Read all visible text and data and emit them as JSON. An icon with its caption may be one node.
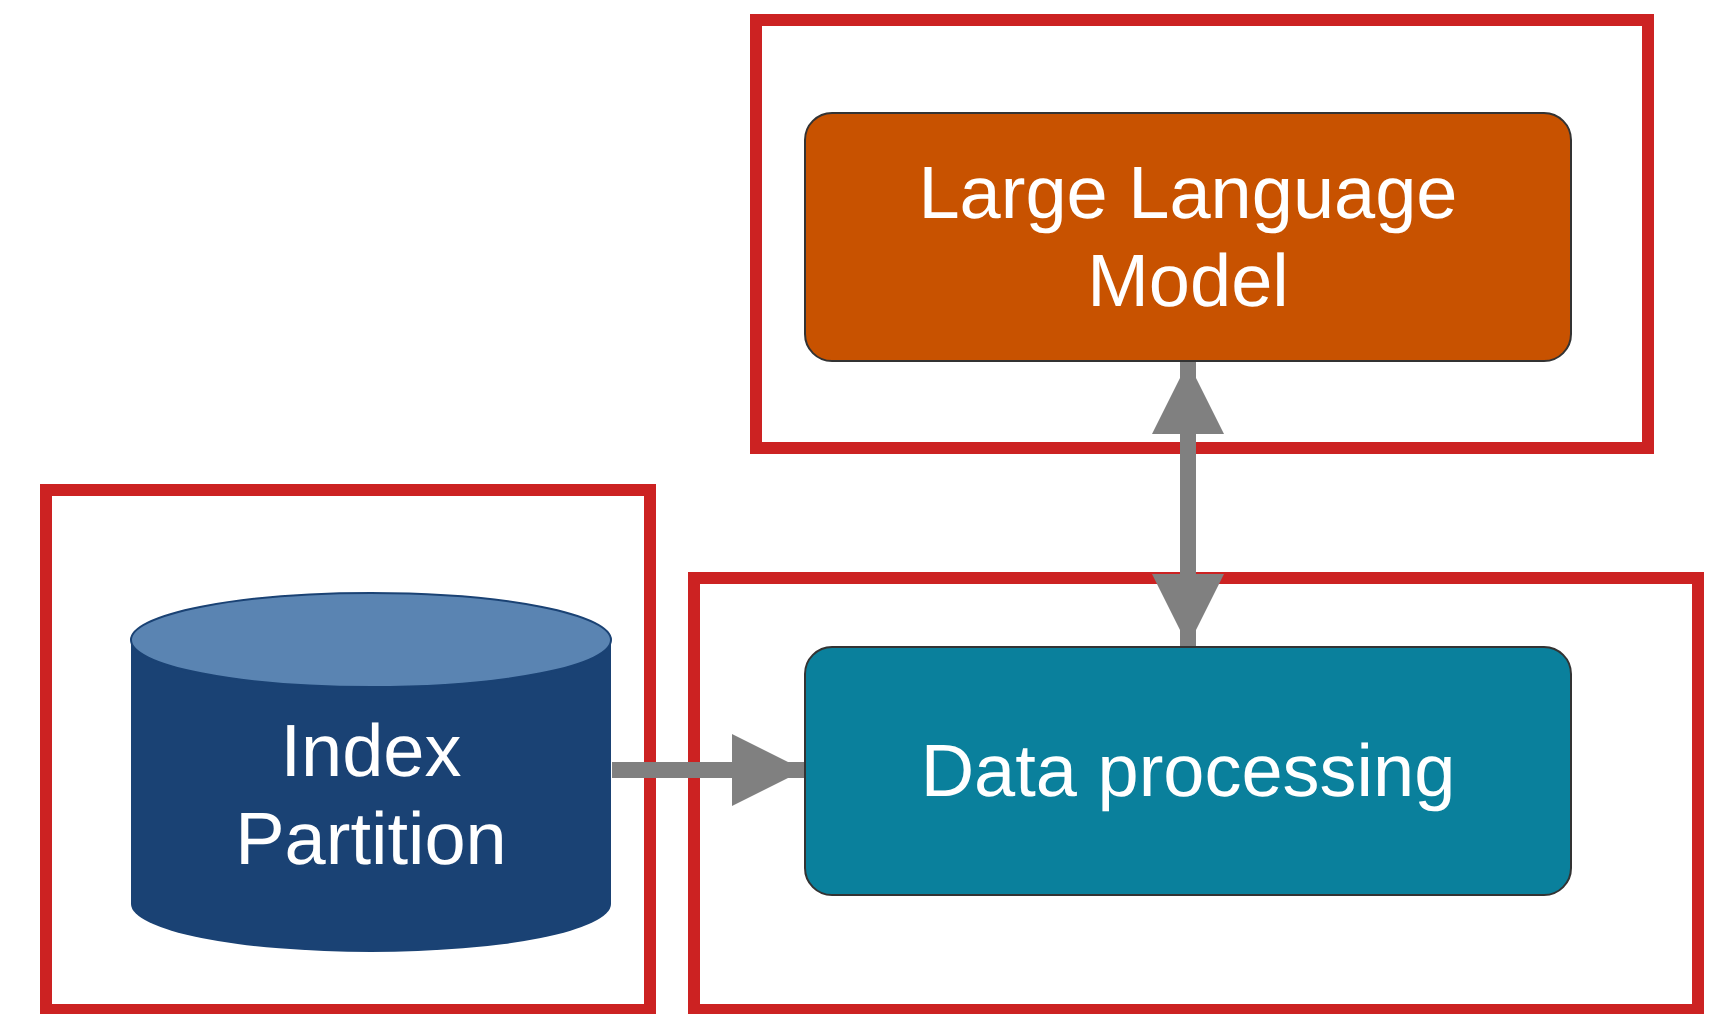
{
  "diagram": {
    "nodes": [
      {
        "text": [],
        "shape": "box"
      },
      {
        "text": [
          "Large Language Model"
        ],
        "in": 0
      },
      {
        "text": [],
        "shape": "box"
      },
      {
        "text": [
          "Index Partition"
        ],
        "in": 2
      },
      {
        "text": [],
        "shape": "box"
      },
      {
        "text": [
          "Data processing"
        ],
        "in": 4
      }
    ],
    "edges": [
      {
        "from": 3,
        "to": 5,
        "arrow": "to"
      },
      {
        "from": 1,
        "to": 5,
        "arrow": "both"
      }
    ]
  }
}
